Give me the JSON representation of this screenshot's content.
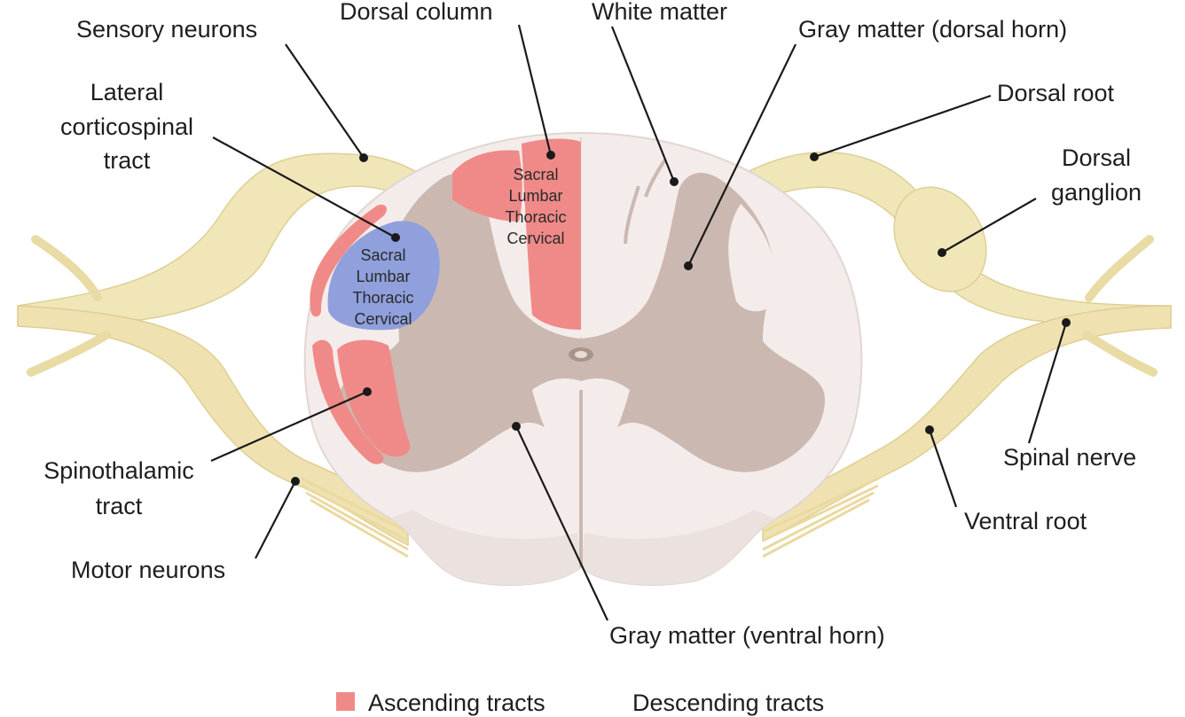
{
  "labels": {
    "sensory_neurons": "Sensory neurons",
    "dorsal_column": "Dorsal column",
    "white_matter": "White matter",
    "gray_matter_dorsal": "Gray matter (dorsal horn)",
    "lateral_corticospinal": [
      "Lateral",
      "corticospinal",
      "tract"
    ],
    "dorsal_root": "Dorsal root",
    "dorsal_ganglion": [
      "Dorsal",
      "ganglion"
    ],
    "spinothalamic": [
      "Spinothalamic",
      "tract"
    ],
    "motor_neurons": "Motor neurons",
    "spinal_nerve": "Spinal nerve",
    "ventral_root": "Ventral root",
    "gray_matter_ventral": "Gray matter (ventral horn)"
  },
  "region_text": {
    "dorsal_column_levels": [
      "Sacral",
      "Lumbar",
      "Thoracic",
      "Cervical"
    ],
    "corticospinal_levels": [
      "Sacral",
      "Lumbar",
      "Thoracic",
      "Cervical"
    ]
  },
  "legend": {
    "ascending": "Ascending tracts",
    "descending": "Descending tracts"
  },
  "colors": {
    "nerve": "#f1e6b8",
    "nerve_stroke": "#ddcf95",
    "white_matter": "#f4ecea",
    "white_matter_edge": "#e2d6d2",
    "gray_matter": "#cbb8b1",
    "ascending": "#f08a88",
    "descending": "#8fa0dc",
    "text": "#1e1e1e"
  }
}
